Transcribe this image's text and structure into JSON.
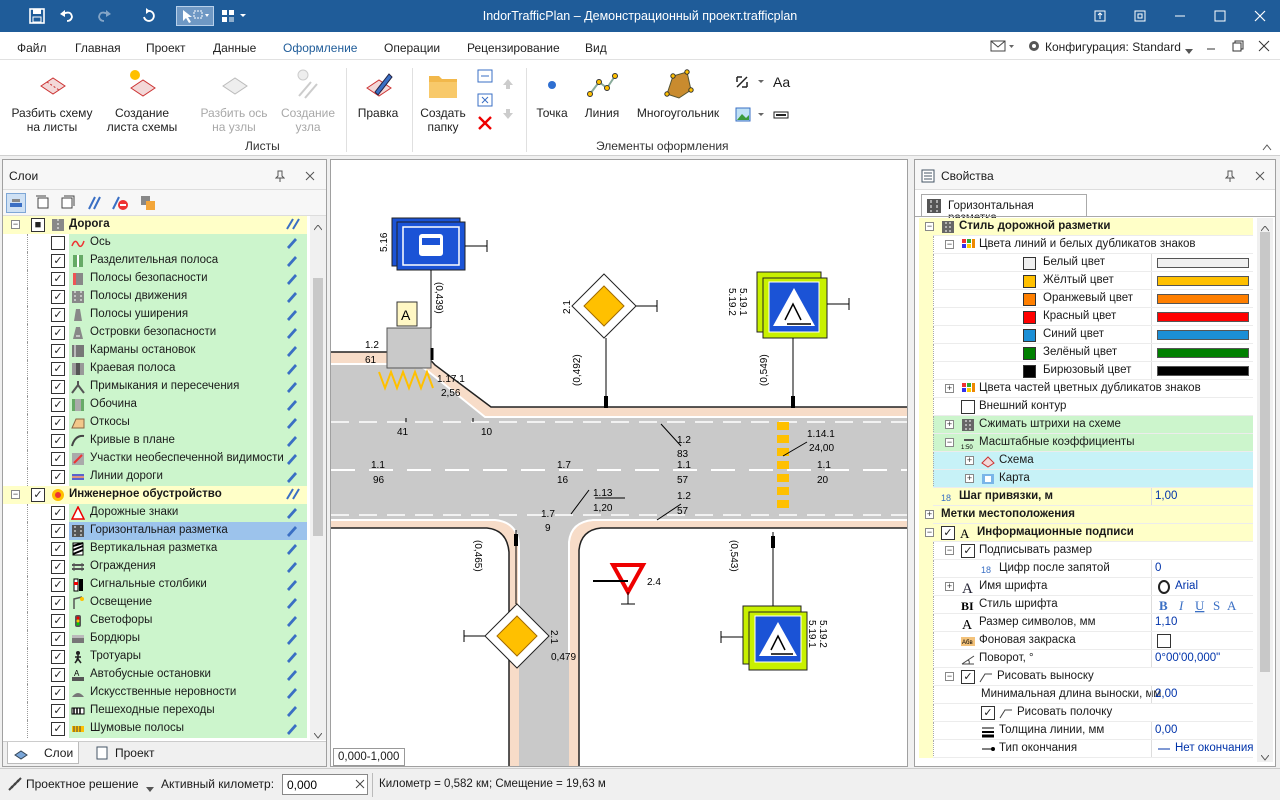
{
  "window": {
    "title": "IndorTrafficPlan – Демонстрационный проект.trafficplan"
  },
  "menu": [
    "Файл",
    "Главная",
    "Проект",
    "Данные",
    "Оформление",
    "Операции",
    "Рецензирование",
    "Вид"
  ],
  "menu_right": {
    "config": "Конфигурация: Standard"
  },
  "ribbon": {
    "split_label": "Разбить схему\nна листы",
    "create_sheet_label": "Создание\nлиста схемы",
    "split_axis_label": "Разбить ось\nна узлы",
    "create_node_label": "Создание\nузла",
    "group_sheets": "Листы",
    "edit_label": "Правка",
    "folder_label": "Создать\nпапку",
    "point_label": "Точка",
    "line_label": "Линия",
    "polygon_label": "Многоугольник",
    "font_label": "Aa",
    "group_elements": "Элементы оформления"
  },
  "layers": {
    "title": "Слои",
    "groups": [
      {
        "name": "Дорога",
        "items": [
          "Ось",
          "Разделительная полоса",
          "Полосы безопасности",
          "Полосы движения",
          "Полосы уширения",
          "Островки безопасности",
          "Карманы остановок",
          "Краевая полоса",
          "Примыкания и пересечения",
          "Обочина",
          "Откосы",
          "Кривые в плане",
          "Участки необеспеченной видимости",
          "Линии дороги"
        ]
      },
      {
        "name": "Инженерное обустройство",
        "items": [
          "Дорожные знаки",
          "Горизонтальная разметка",
          "Вертикальная разметка",
          "Ограждения",
          "Сигнальные столбики",
          "Освещение",
          "Светофоры",
          "Бордюры",
          "Тротуары",
          "Автобусные остановки",
          "Искусственные неровности",
          "Пешеходные переходы",
          "Шумовые полосы"
        ]
      }
    ],
    "tabs": [
      "Слои",
      "Проект"
    ]
  },
  "canvas": {
    "scale_label": "0,000-1,000",
    "labels": {
      "sign516": "5.16",
      "sign21": "2.1",
      "sign519": "5.19.1",
      "sign519b": "5.19.2",
      "l0439": "(0,439)",
      "l0492": "(0,492)",
      "l0549": "(0,549)",
      "l0465": "(0,465)",
      "l0543": "(0,543)",
      "m12a": "1.2",
      "m61": "61",
      "m1171": "1.17.1",
      "m256": "2,56",
      "m41": "41",
      "m10": "10",
      "m12b": "1.2",
      "m83": "83",
      "m1141": "1.14.1",
      "m2400": "24,00",
      "m11a": "1.1",
      "m96": "96",
      "m17a": "1.7",
      "m16": "16",
      "m11b": "1.1",
      "m57a": "57",
      "m11c": "1.1",
      "m20": "20",
      "m113": "1.13",
      "m120": "1,20",
      "m17b": "1.7",
      "m9": "9",
      "m12c": "1.2",
      "m57b": "57",
      "s24": "2.4",
      "s21b": "2.1",
      "m0479": "0,479",
      "sA": "A"
    }
  },
  "properties": {
    "title": "Свойства",
    "tab": "Горизонтальная разметка",
    "rows": {
      "style": "Стиль дорожной разметки",
      "colors": "Цвета линий и белых дубликатов знаков",
      "white": "Белый цвет",
      "yellow": "Жёлтый цвет",
      "orange": "Оранжевый цвет",
      "red": "Красный цвет",
      "blue": "Синий цвет",
      "green": "Зелёный цвет",
      "turq": "Бирюзовый цвет",
      "parts": "Цвета частей цветных дубликатов знаков",
      "outline": "Внешний контур",
      "compress": "Сжимать штрихи на схеме",
      "scale": "Масштабные коэффициенты",
      "scheme": "Схема",
      "map": "Карта",
      "snap": "Шаг привязки, м",
      "snap_val": "1,00",
      "marks": "Метки местоположения",
      "info": "Информационные подписи",
      "sign_size": "Подписывать размер",
      "digits": "Цифр после запятой",
      "digits_val": "0",
      "font_name": "Имя шрифта",
      "font_name_val": "Arial",
      "font_style": "Стиль шрифта",
      "font_size": "Размер символов, мм",
      "font_size_val": "1,10",
      "bg_fill": "Фоновая закраска",
      "rotation": "Поворот, °",
      "rotation_val": "0°00'00,000\"",
      "leader": "Рисовать выноску",
      "min_leader": "Минимальная длина выноски, мм",
      "min_leader_val": "2,00",
      "shelf": "Рисовать полочку",
      "thick": "Толщина линии, мм",
      "thick_val": "0,00",
      "end": "Тип окончания",
      "end_val": "Нет окончания"
    },
    "colors": {
      "white": "#f0f0f0",
      "yellow": "#ffc000",
      "orange": "#ff7f00",
      "red": "#ff0000",
      "blue": "#1b8fd6",
      "green": "#008000",
      "turq": "#000000"
    }
  },
  "status": {
    "solution": "Проектное решение",
    "active_km_label": "Активный километр:",
    "active_km_val": "0,000",
    "info": "Километр = 0,582 км; Смещение = 19,63 м"
  }
}
